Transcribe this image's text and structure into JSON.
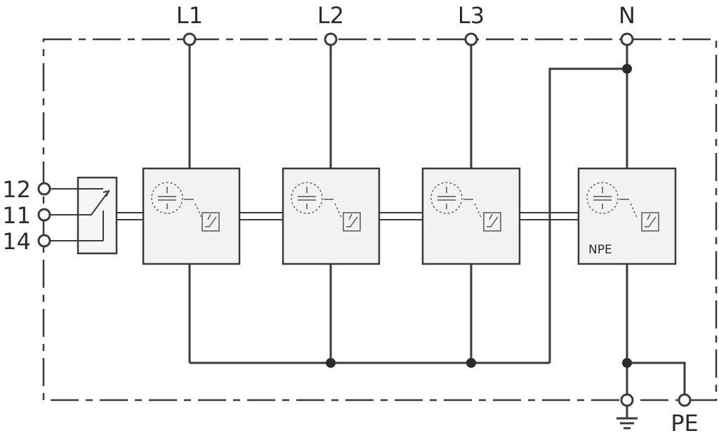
{
  "terminals": {
    "top": [
      "L1",
      "L2",
      "L3",
      "N"
    ],
    "left": [
      "12",
      "11",
      "14"
    ],
    "pe": "PE"
  },
  "npe_module_label": "NPE",
  "colors": {
    "line": "#3a3a3a",
    "module_fill": "#f2f2f2",
    "background": "#ffffff"
  },
  "icons": [
    "spark-gap-icon",
    "varistor-icon",
    "ground-icon",
    "switch-contact-icon"
  ]
}
